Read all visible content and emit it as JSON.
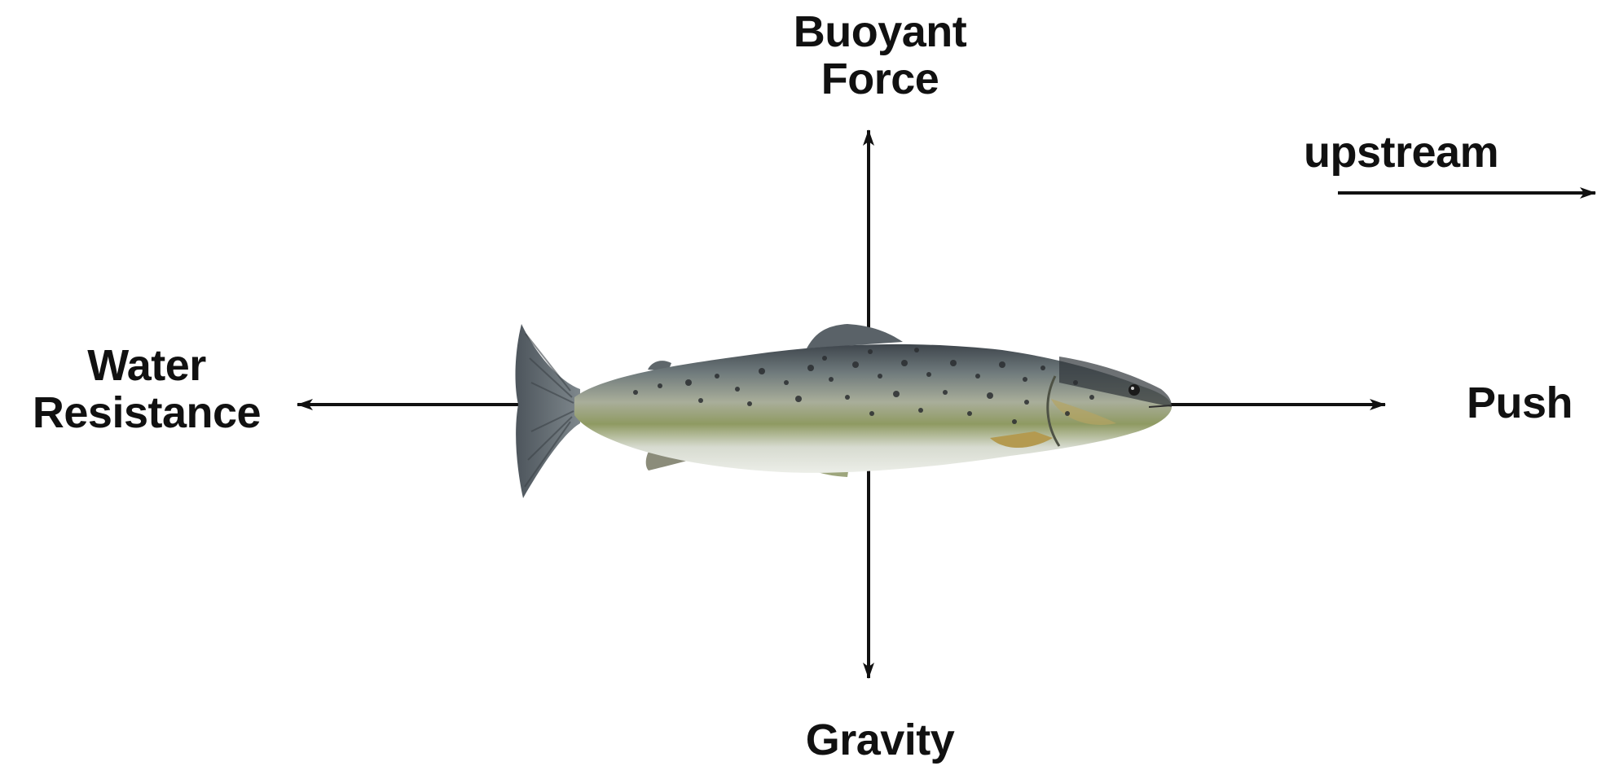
{
  "labels": {
    "buoyant_line1": "Buoyant",
    "buoyant_line2": "Force",
    "water_line1": "Water",
    "water_line2": "Resistance",
    "push": "Push",
    "gravity": "Gravity",
    "upstream": "upstream"
  },
  "colors": {
    "arrow": "#111111",
    "background": "#ffffff",
    "fish_back": "#3c4147",
    "fish_belly": "#d9dccf",
    "fish_side": "#8f9a6d"
  },
  "icons": {
    "fish": "trout-illustration"
  }
}
